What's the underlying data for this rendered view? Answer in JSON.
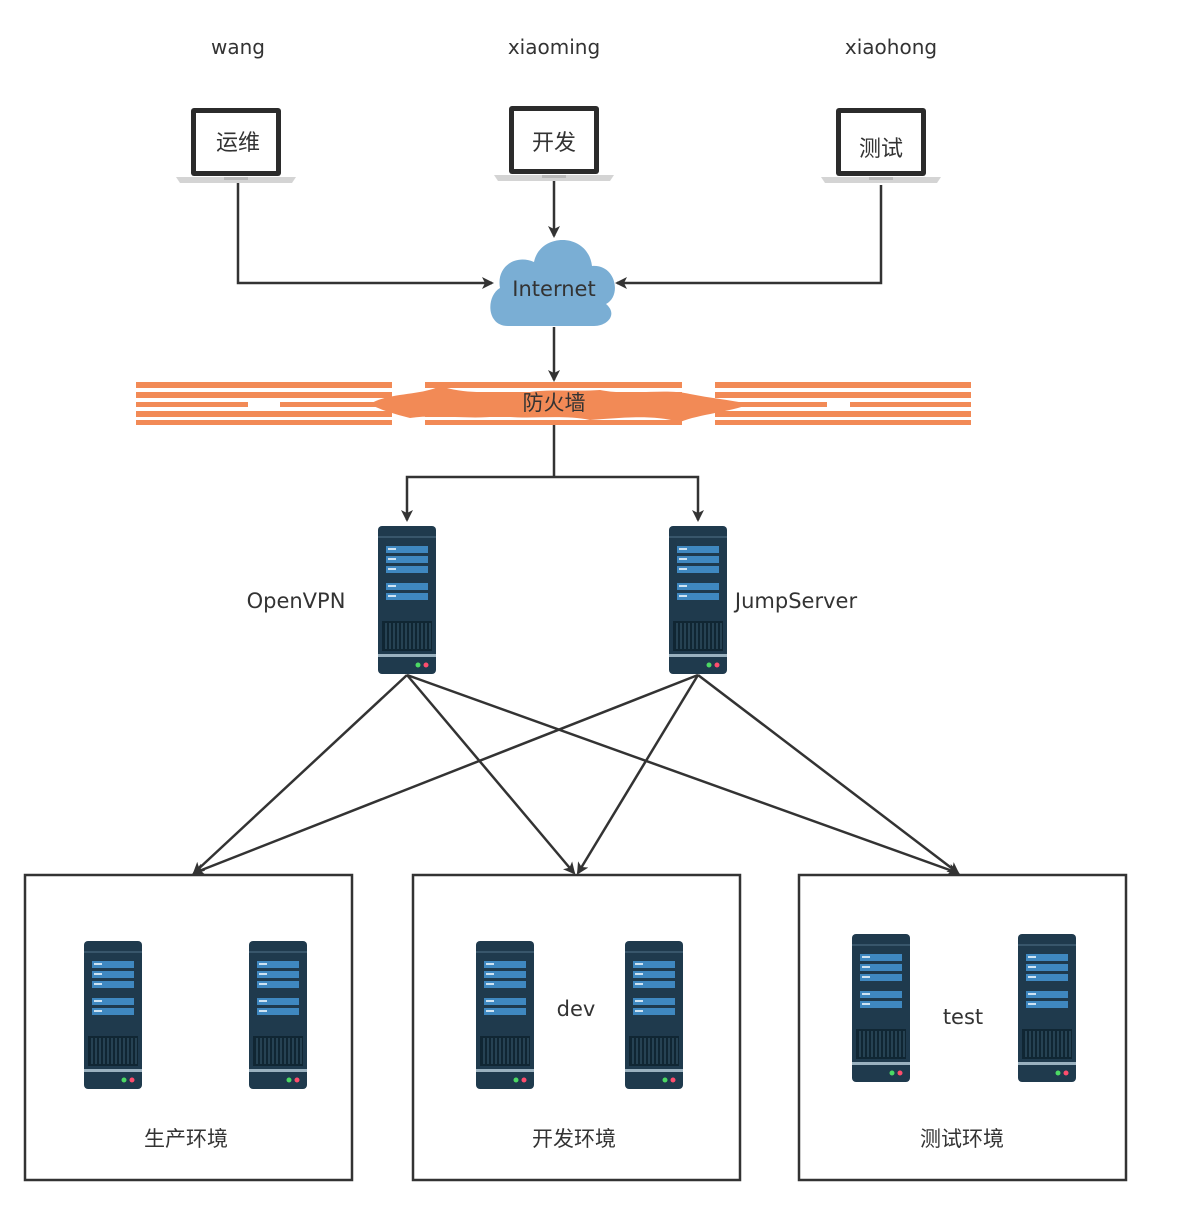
{
  "users": [
    {
      "name": "wang",
      "role": "运维"
    },
    {
      "name": "xiaoming",
      "role": "开发"
    },
    {
      "name": "xiaohong",
      "role": "测试"
    }
  ],
  "internet_label": "Internet",
  "firewall_label": "防火墙",
  "gateways": {
    "openvpn": "OpenVPN",
    "jumpserver": "JumpServer"
  },
  "environments": [
    {
      "tag": "",
      "label": "生产环境"
    },
    {
      "tag": "dev",
      "label": "开发环境"
    },
    {
      "tag": "test",
      "label": "测试环境"
    }
  ],
  "colors": {
    "cloud": "#7aaed4",
    "firewall": "#f28a56",
    "server_body": "#1f3a4d",
    "server_slot": "#3f88c0",
    "line": "#333333"
  }
}
